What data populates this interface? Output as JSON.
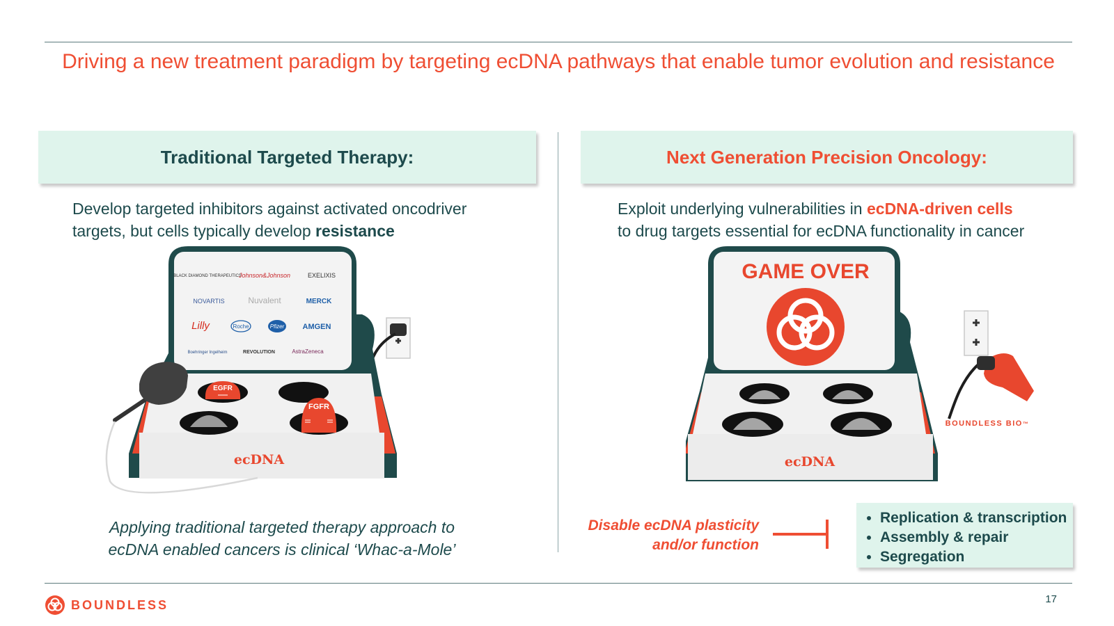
{
  "headline": "Driving a new treatment paradigm by targeting ecDNA pathways that enable tumor evolution and resistance",
  "left": {
    "heading": "Traditional Targeted Therapy:",
    "desc_line1": "Develop targeted inhibitors against activated oncodriver",
    "desc_line2_pre": "targets, but cells typically develop ",
    "desc_line2_bold": "resistance",
    "logos": [
      "BLACK DIAMOND THERAPEUTICS",
      "Johnson&Johnson",
      "EXELIXIS",
      "NOVARTIS",
      "Nuvalent",
      "MERCK",
      "Lilly",
      "Roche",
      "Pfizer",
      "AMGEN",
      "Boehringer Ingelheim",
      "REVOLUTION",
      "AstraZeneca"
    ],
    "mole1": "EGFR",
    "mole2": "FGFR",
    "box_label": "ecDNA",
    "caption_line1": "Applying traditional targeted therapy approach to",
    "caption_line2": "ecDNA enabled cancers is clinical ‘Whac-a-Mole’"
  },
  "right": {
    "heading": "Next Generation Precision Oncology:",
    "desc_line1_pre": "Exploit underlying vulnerabilities in ",
    "desc_line1_accent": "ecDNA-driven cells",
    "desc_line2": "to drug targets essential for ecDNA functionality in cancer",
    "screen_text": "GAME OVER",
    "box_label": "ecDNA",
    "brand": "BOUNDLESS BIO",
    "brand_tm": "™",
    "disable_line1": "Disable ecDNA plasticity",
    "disable_line2": "and/or function",
    "bullets": [
      "Replication & transcription",
      "Assembly & repair",
      "Segregation"
    ]
  },
  "footer": {
    "logo_text": "BOUNDLESS",
    "page_number": "17"
  },
  "colors": {
    "accent": "#ef4e33",
    "teal_dark": "#1d4a4c",
    "panel_bg": "#dff4ec",
    "machine_teal": "#1f4a4a"
  }
}
